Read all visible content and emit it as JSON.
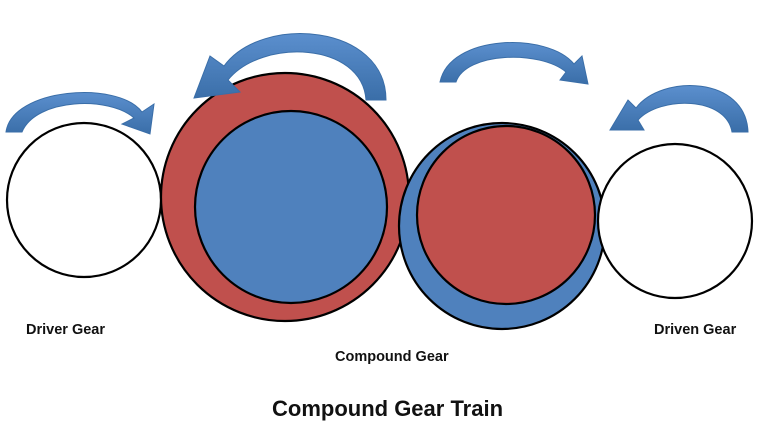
{
  "title": "Compound Gear Train",
  "labels": {
    "driver": "Driver Gear",
    "compound": "Compound Gear",
    "driven": "Driven Gear"
  },
  "colors": {
    "red": "#c0504d",
    "blue": "#4f81bd",
    "white": "#ffffff",
    "outline": "#000000",
    "arrow_fill": "#4f81bd",
    "arrow_dark": "#2f5d93"
  },
  "arrows": [
    {
      "gear": "driver",
      "direction": "clockwise"
    },
    {
      "gear": "compound-left",
      "direction": "counterclockwise"
    },
    {
      "gear": "compound-right",
      "direction": "clockwise"
    },
    {
      "gear": "driven",
      "direction": "counterclockwise"
    }
  ]
}
